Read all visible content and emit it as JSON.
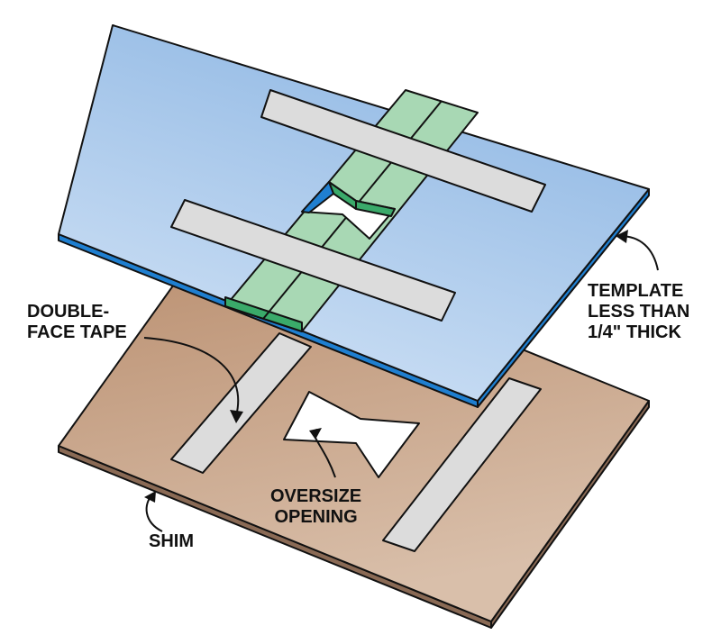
{
  "labels": {
    "double_face_tape": "DOUBLE-\nFACE TAPE",
    "template": "TEMPLATE\nLESS THAN\n1/4\" THICK",
    "oversize_opening": "OVERSIZE\nOPENING",
    "shim": "SHIM"
  },
  "colors": {
    "template_face": "#a9c8ea",
    "template_edge": "#1f7fd0",
    "shim_face": "#c9a58a",
    "tape_gray": "#dcdcdc",
    "tape_green": "#a8d8b4",
    "tape_green_edge": "#3aaa6a"
  }
}
